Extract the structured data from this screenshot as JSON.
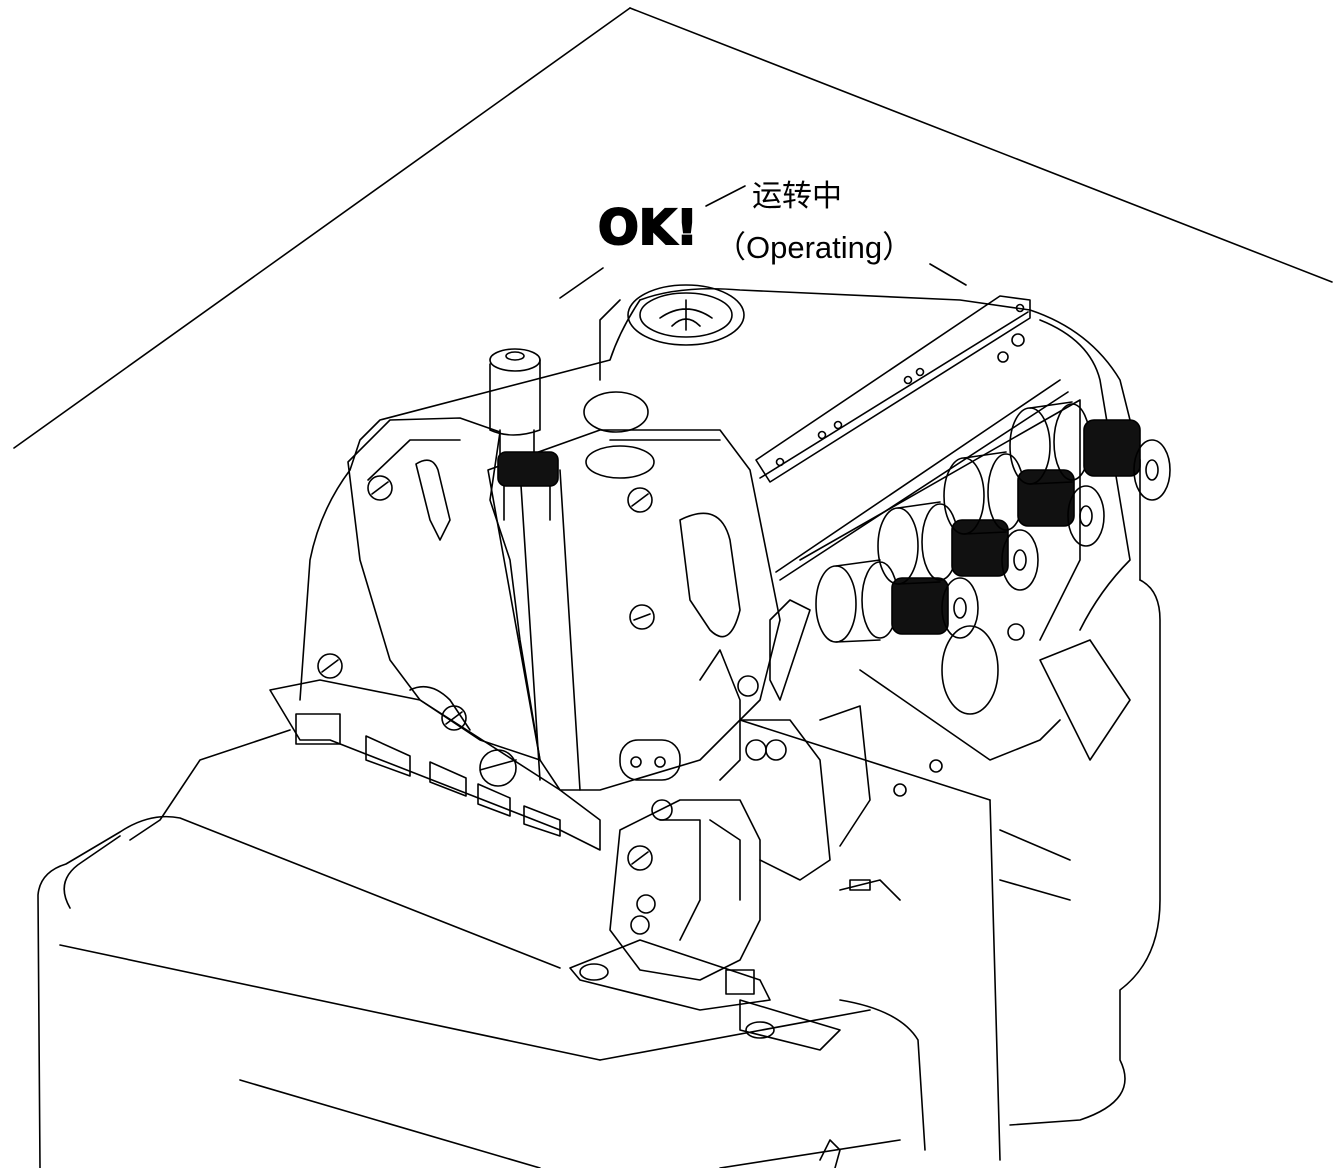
{
  "callout": {
    "status": "OK!",
    "label_cn": "运转中",
    "label_en": "（Operating）"
  },
  "colors": {
    "line": "#000000",
    "background": "#ffffff"
  }
}
